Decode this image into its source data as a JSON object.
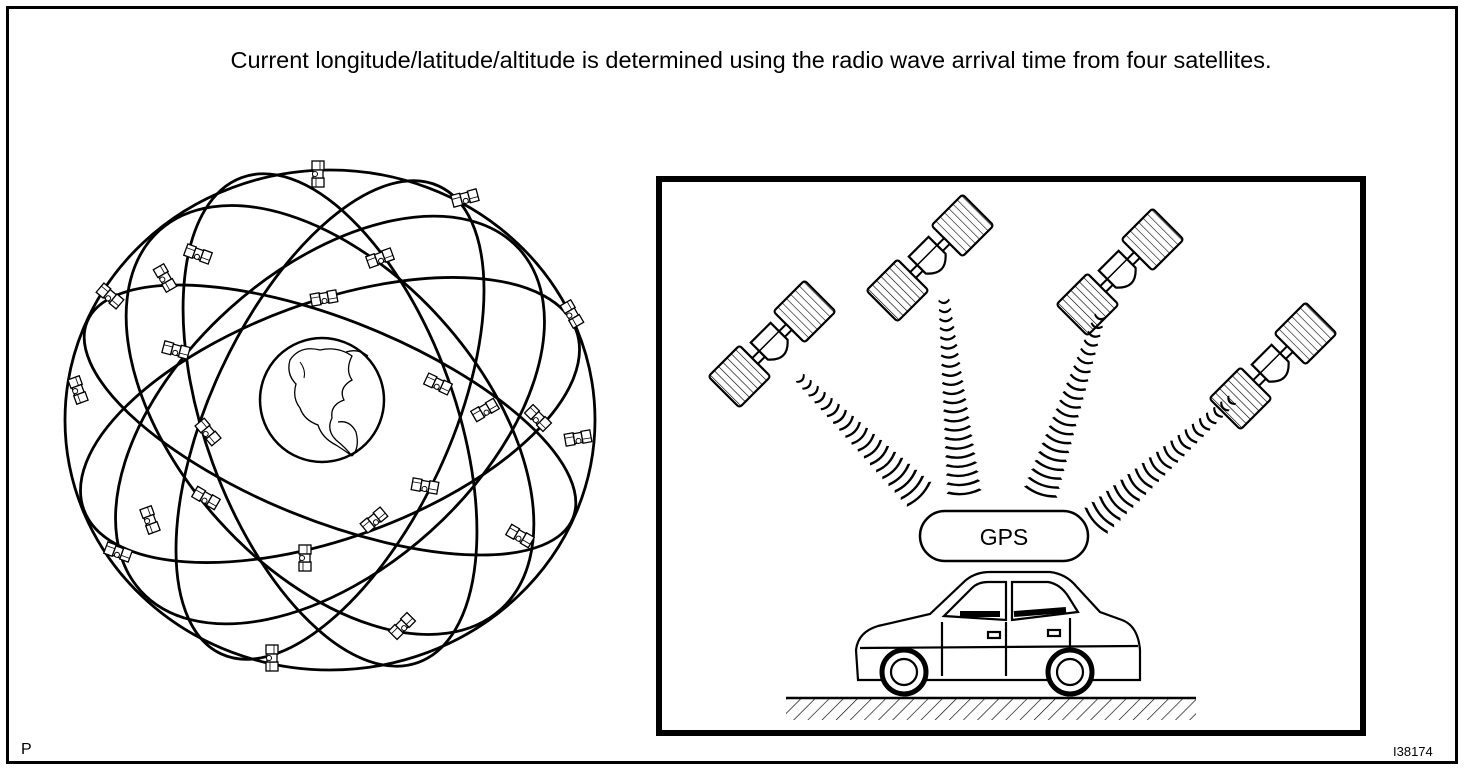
{
  "caption": "Current longitude/latitude/altitude is determined using the radio wave arrival time from four satellites.",
  "receiver_label": "GPS",
  "corner_label": "P",
  "figure_code": "I38174"
}
